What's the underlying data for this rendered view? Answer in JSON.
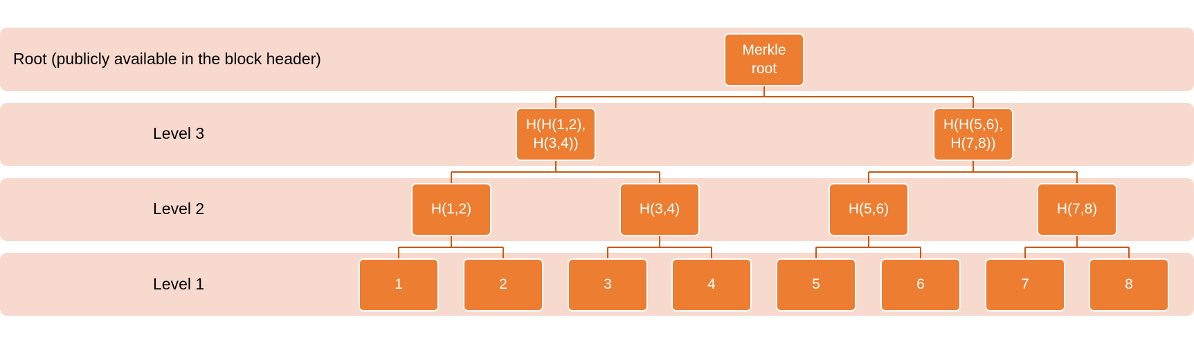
{
  "levels": [
    {
      "id": "root",
      "label": "Root (publicly available in the block header)"
    },
    {
      "id": "level-3",
      "label": "Level 3"
    },
    {
      "id": "level-2",
      "label": "Level 2"
    },
    {
      "id": "level-1",
      "label": "Level 1"
    }
  ],
  "nodes": {
    "root": "Merkle\nroot",
    "l3": [
      "H(H(1,2),\nH(3,4))",
      "H(H(5,6),\nH(7,8))"
    ],
    "l2": [
      "H(1,2)",
      "H(3,4)",
      "H(5,6)",
      "H(7,8)"
    ],
    "l1": [
      "1",
      "2",
      "3",
      "4",
      "5",
      "6",
      "7",
      "8"
    ]
  },
  "colors": {
    "band": "#f8d9ce",
    "node_fill": "#ed7d31",
    "connector": "#c55a11",
    "node_text": "#ffffff"
  }
}
